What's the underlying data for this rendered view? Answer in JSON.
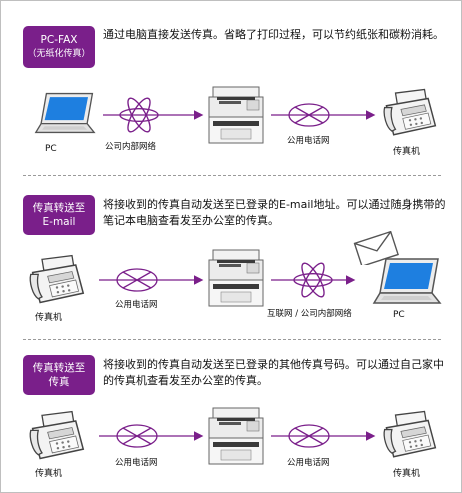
{
  "sections": [
    {
      "badge_line1": "PC-FAX",
      "badge_line2": "（无纸化传真）",
      "description": "通过电脑直接发送传真。省略了打印过程，可以节约纸张和碳粉消耗。",
      "nodes": {
        "left": "PC",
        "network1": "公司内部网络",
        "network2": "公用电话网",
        "right": "传真机"
      }
    },
    {
      "badge_line1": "传真转送至",
      "badge_line2": "E-mail",
      "description": "将接收到的传真自动发送至已登录的E-mail地址。可以通过随身携带的笔记本电脑查看发至办公室的传真。",
      "nodes": {
        "left": "传真机",
        "network1": "公用电话网",
        "network2": "互联网 / 公司内部网络",
        "right": "PC"
      }
    },
    {
      "badge_line1": "传真转送至",
      "badge_line2": "传真",
      "description": "将接收到的传真自动发送至已登录的其他传真号码。可以通过自己家中的传真机查看发至办公室的传真。",
      "nodes": {
        "left": "传真机",
        "network1": "公用电话网",
        "network2": "公用电话网",
        "right": "传真机"
      }
    }
  ],
  "colors": {
    "accent": "#7a1f8a",
    "laptop_screen": "#1e7fe0"
  },
  "icons": [
    "laptop-icon",
    "atom-network-icon",
    "x-network-icon",
    "printer-icon",
    "fax-machine-icon",
    "envelope-icon"
  ]
}
